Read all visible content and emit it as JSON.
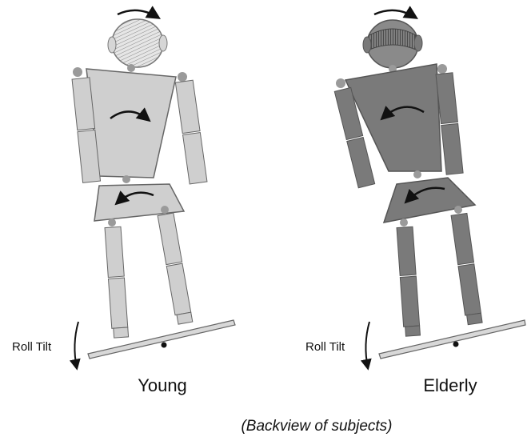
{
  "figure": {
    "caption": "(Backview of subjects)",
    "panels": [
      {
        "id": "young",
        "label": "Young",
        "tilt_label": "Roll Tilt",
        "fill": "#cfcfcf",
        "head_fill": "#e4e4e4"
      },
      {
        "id": "elderly",
        "label": "Elderly",
        "tilt_label": "Roll Tilt",
        "fill": "#7a7a7a",
        "head_fill": "#8c8c8c"
      }
    ]
  },
  "colors": {
    "outline": "#555555",
    "joint": "#9a9a9a",
    "board": "#d8d8d8",
    "arrow": "#111111"
  }
}
